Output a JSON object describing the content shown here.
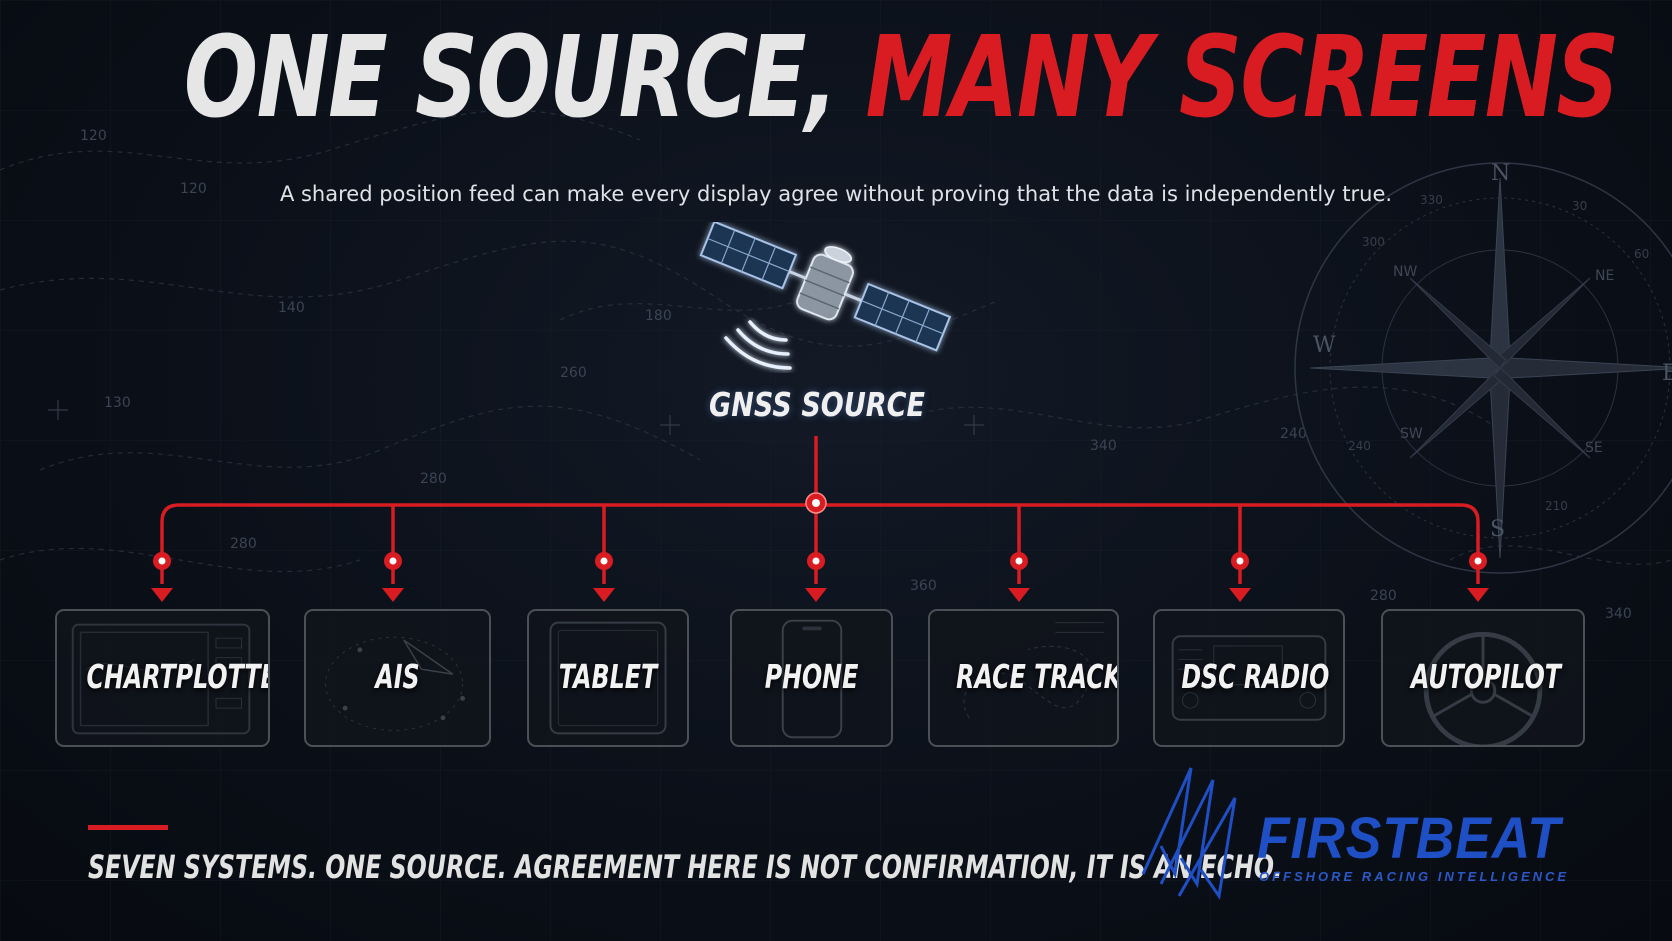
{
  "header": {
    "title_part1": "ONE SOURCE,",
    "title_part2": "MANY SCREENS",
    "subtitle": "A shared position feed can make every display agree without proving that the data is independently true."
  },
  "source": {
    "label": "GNSS SOURCE",
    "icon": "satellite-icon"
  },
  "nodes": [
    {
      "label": "CHARTPLOTTER",
      "icon": "chartplotter-icon"
    },
    {
      "label": "AIS",
      "icon": "ais-icon"
    },
    {
      "label": "TABLET",
      "icon": "tablet-icon"
    },
    {
      "label": "PHONE",
      "icon": "phone-icon"
    },
    {
      "label": "RACE TRACKER",
      "icon": "race-tracker-icon"
    },
    {
      "label": "DSC RADIO",
      "icon": "radio-icon"
    },
    {
      "label": "AUTOPILOT",
      "icon": "steering-wheel-icon"
    }
  ],
  "footer": {
    "tagline": "SEVEN SYSTEMS. ONE SOURCE. AGREEMENT HERE IS NOT CONFIRMATION, IT IS AN ECHO."
  },
  "brand": {
    "name": "FIRSTBEAT",
    "tagline": "OFFSHORE RACING INTELLIGENCE"
  },
  "background": {
    "chart_depths": [
      "120",
      "120",
      "140",
      "130",
      "180",
      "280",
      "280",
      "360",
      "340",
      "240",
      "260",
      "280",
      "340"
    ],
    "compass": {
      "cardinals": [
        "N",
        "E",
        "S",
        "W"
      ],
      "intercardinals": [
        "NE",
        "SE",
        "SW",
        "NW"
      ],
      "bearings": [
        "30",
        "60",
        "210",
        "240",
        "300",
        "330"
      ]
    }
  },
  "colors": {
    "accent_red": "#d81c22",
    "brand_blue": "#1f4fc4",
    "background": "#0b1019"
  }
}
